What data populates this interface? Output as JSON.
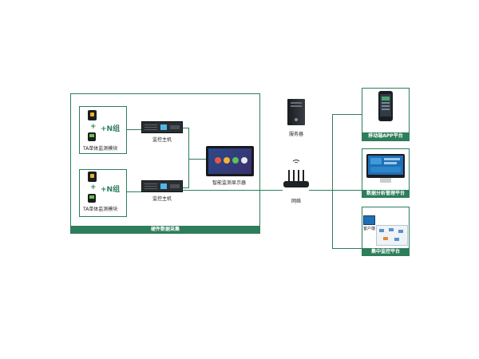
{
  "hardware": {
    "plus": "+",
    "group_label": "+N组",
    "module_label": "TA单体监测模块",
    "host_label": "监控主机",
    "display_label": "智能监测显示器",
    "footer": "硬件数据采集"
  },
  "server": {
    "label": "服务器"
  },
  "network": {
    "label": "网络"
  },
  "platforms": {
    "mobile": {
      "label": "移动端APP平台"
    },
    "analysis": {
      "label": "数据分析管理平台"
    },
    "central": {
      "label": "集中监控平台",
      "client_label": "客户端"
    }
  },
  "colors": {
    "accent": "#2e7d5b",
    "dark_device": "#2a2e33",
    "screen_blue": "#1f6fb5"
  }
}
